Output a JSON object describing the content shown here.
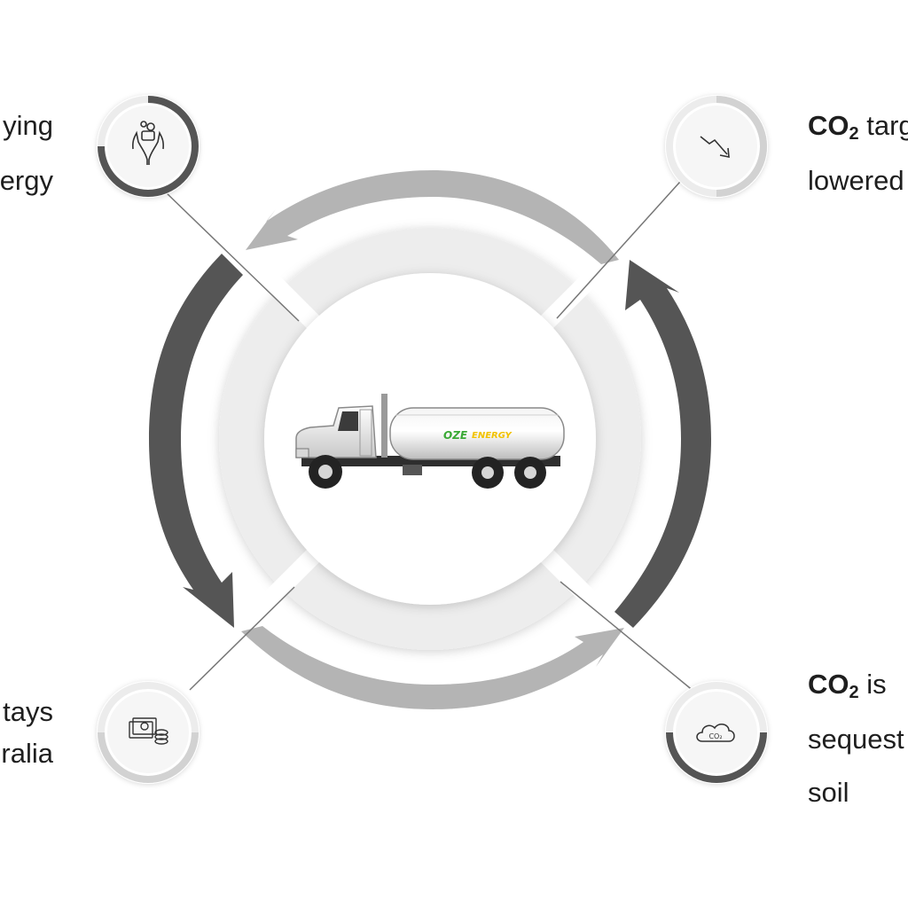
{
  "top_left": {
    "line1": "ying",
    "line2": "ergy"
  },
  "top_right": {
    "co2_main": "CO",
    "co2_sub": "2",
    "rest1": " targ",
    "line2": "lowered"
  },
  "bottom_left": {
    "line1": "tays",
    "line2": "ralia"
  },
  "bottom_right": {
    "co2_main": "CO",
    "co2_sub": "2",
    "rest1": " is",
    "line2": "sequest",
    "line3": "soil"
  },
  "truck": {
    "logo_text_1": "OZE",
    "logo_text_2": "ENERGY"
  },
  "icons": {
    "top_left": "hands-money-icon",
    "top_right": "trend-down-icon",
    "bottom_left": "cash-coins-icon",
    "bottom_right": "co2-cloud-icon"
  },
  "icon_labels": {
    "co2_cloud": "CO₂"
  },
  "colors": {
    "dark": "#555555",
    "medium": "#b4b4b4",
    "light": "#ececec",
    "disc": "#ffffff",
    "logo_green": "#3aa935",
    "logo_yellow": "#f2c200"
  }
}
